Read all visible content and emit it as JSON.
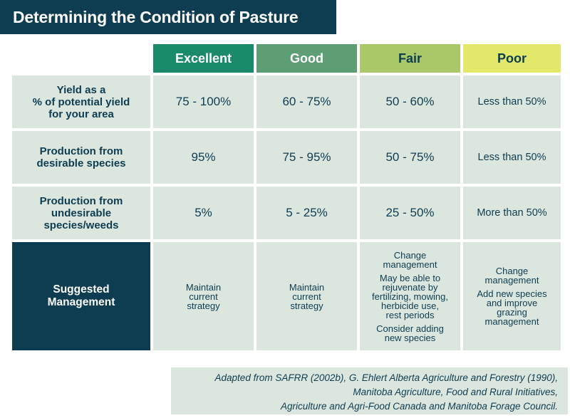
{
  "title": "Determining the Condition of Pasture",
  "columns": [
    {
      "label": "Excellent",
      "color": "#1b8a6b"
    },
    {
      "label": "Good",
      "color": "#5e9e74"
    },
    {
      "label": "Fair",
      "color": "#a8c86a"
    },
    {
      "label": "Poor",
      "color": "#e1e86a"
    }
  ],
  "rows": [
    {
      "label_lines": [
        "Yield as a",
        "% of potential yield",
        "for your area"
      ],
      "values": [
        "75 - 100%",
        "60 - 75%",
        "50 - 60%",
        "Less than 50%"
      ]
    },
    {
      "label_lines": [
        "Production from",
        "desirable species"
      ],
      "values": [
        "95%",
        "75 - 95%",
        "50 - 75%",
        "Less than 50%"
      ]
    },
    {
      "label_lines": [
        "Production from",
        "undesirable",
        "species/weeds"
      ],
      "values": [
        "5%",
        "5 - 25%",
        "25 - 50%",
        "More than 50%"
      ]
    }
  ],
  "management": {
    "label_lines": [
      "Suggested",
      "Management"
    ],
    "excellent": [
      "Maintain",
      "current",
      "strategy"
    ],
    "good": [
      "Maintain",
      "current",
      "strategy"
    ],
    "fair": [
      [
        "Change",
        "management"
      ],
      [
        "May be able to",
        "rejuvenate by",
        "fertilizing, mowing,",
        "herbicide use,",
        "rest periods"
      ],
      [
        "Consider adding",
        "new species"
      ]
    ],
    "poor": [
      [
        "Change",
        "management"
      ],
      [
        "Add new species",
        "and improve",
        "grazing",
        "management"
      ]
    ]
  },
  "source_lines": [
    "Adapted from SAFRR (2002b), G. Ehlert Alberta Agriculture and Forestry (1990),",
    "Manitoba Agriculture, Food and Rural Initiatives,",
    "Agriculture and Agri-Food Canada and Manitoba Forage Council."
  ]
}
